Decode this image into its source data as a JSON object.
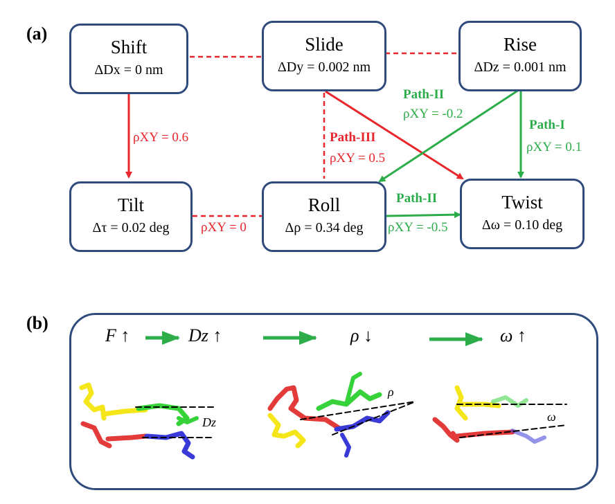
{
  "panel_a": {
    "label": "(a)",
    "nodes": {
      "shift": {
        "title": "Shift",
        "value": "ΔDx = 0 nm"
      },
      "slide": {
        "title": "Slide",
        "value": "ΔDy = 0.002 nm"
      },
      "rise": {
        "title": "Rise",
        "value": "ΔDz = 0.001 nm"
      },
      "tilt": {
        "title": "Tilt",
        "value": "Δτ = 0.02 deg"
      },
      "roll": {
        "title": "Roll",
        "value": "Δρ = 0.34 deg"
      },
      "twist": {
        "title": "Twist",
        "value": "Δω = 0.10 deg"
      }
    },
    "edges": {
      "shift_tilt": {
        "rho": "ρXY = 0.6"
      },
      "tilt_roll": {
        "rho": "ρXY = 0"
      },
      "rise_roll": {
        "path": "Path-II",
        "rho": "ρXY = -0.2"
      },
      "rise_twist": {
        "path": "Path-I",
        "rho": "ρXY = 0.1"
      },
      "slide_twist": {
        "path": "Path-III",
        "rho": "ρXY = 0.5"
      },
      "roll_twist": {
        "path": "Path-II",
        "rho": "ρXY = -0.5"
      }
    },
    "colors": {
      "node_border": "#2f4b7c",
      "red": "#e8262b",
      "green": "#2cad4a"
    }
  },
  "panel_b": {
    "label": "(b)",
    "sequence": [
      {
        "symbol": "F",
        "dir": "↑"
      },
      {
        "symbol": "Dz",
        "dir": "↑"
      },
      {
        "symbol": "ρ",
        "dir": "↓"
      },
      {
        "symbol": "ω",
        "dir": "↑"
      }
    ],
    "molecule_labels": {
      "dz": "Dz",
      "rho": "ρ",
      "omega": "ω"
    },
    "molecule_colors": {
      "yellow": "#f5e61a",
      "green": "#35d23a",
      "red": "#e33a3a",
      "blue": "#3a3ad8"
    }
  }
}
